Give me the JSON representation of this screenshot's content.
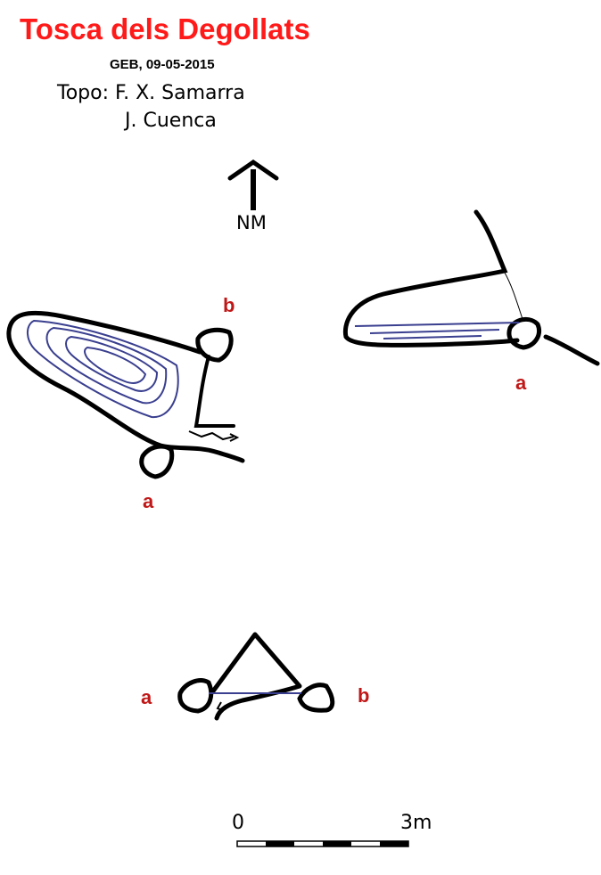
{
  "header": {
    "title": "Tosca dels Degollats",
    "subtitle": "GEB, 09-05-2015",
    "topo_line1": "Topo: F. X. Samarra",
    "topo_line2": "J. Cuenca"
  },
  "north_arrow": {
    "label": "NM",
    "icon": "north-arrow-icon"
  },
  "plan_view": {
    "label_b": "b",
    "label_a": "a"
  },
  "section_right": {
    "label_a": "a"
  },
  "section_bottom": {
    "label_a": "a",
    "label_b": "b"
  },
  "scale_bar": {
    "start_label": "0",
    "end_label": "3m"
  },
  "colors": {
    "title": "#ff1a1a",
    "labels": "#c01818",
    "contours": "#3a3f8f",
    "outline": "#000000"
  }
}
